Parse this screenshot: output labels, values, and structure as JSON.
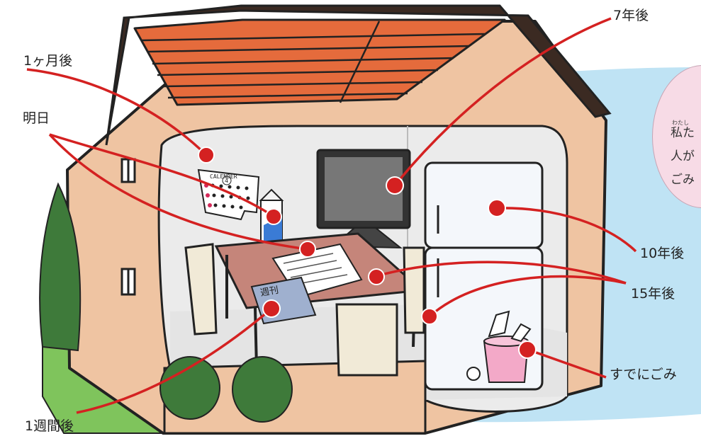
{
  "labels": {
    "one_month": "1ヶ月後",
    "tomorrow": "明日",
    "seven_years": "7年後",
    "ten_years": "10年後",
    "fifteen_years": "15年後",
    "already": "すでにごみ",
    "one_week": "1週間後"
  },
  "bubble": {
    "ruby": "わたし",
    "line1": "私た",
    "line2": "人が",
    "line3": "ごみ"
  },
  "objects": {
    "calendar_title": "CALENDER",
    "calendar_month": "4",
    "magazine_title": "週刊"
  },
  "colors": {
    "sky": "#bfe3f4",
    "wall": "#efc4a2",
    "roof": "#e56b3c",
    "interior": "#ebebeb",
    "leader": "#d42121",
    "table": "#c5857a",
    "lawn": "#7fc45c",
    "tree": "#3e7a3a",
    "trash_can": "#f3a9c8"
  }
}
